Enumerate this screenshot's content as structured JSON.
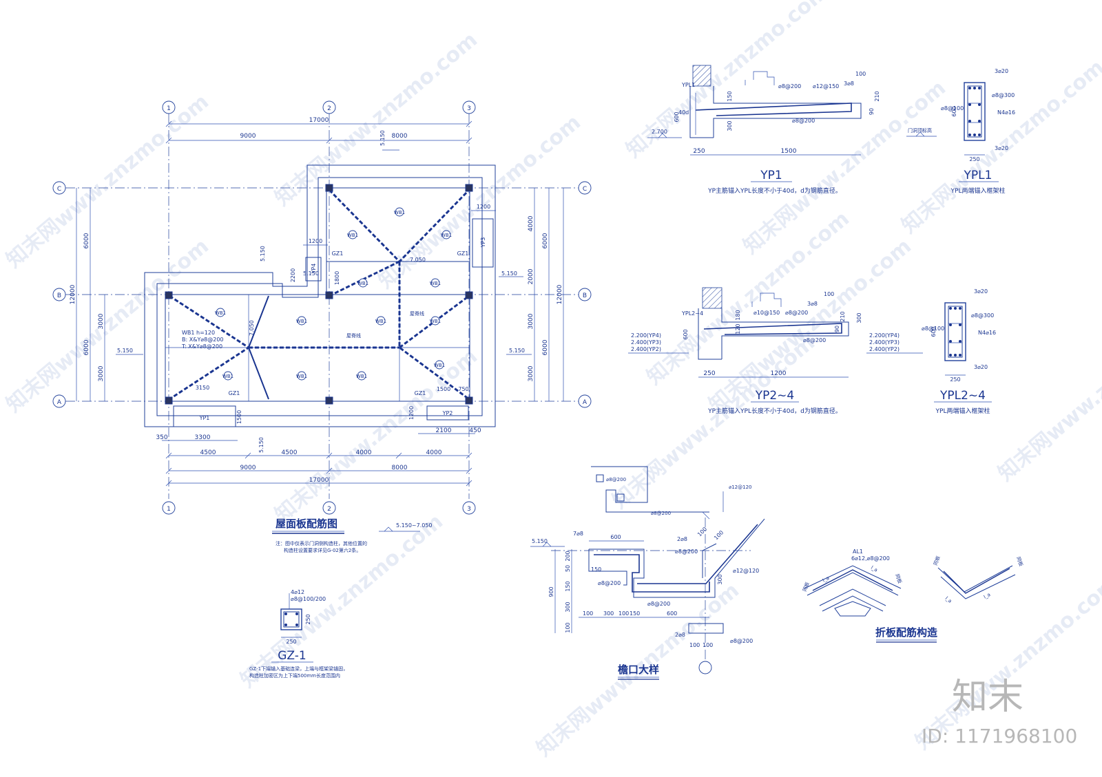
{
  "plan": {
    "axes_h": [
      "1",
      "2",
      "3"
    ],
    "axes_v": [
      "C",
      "B",
      "A"
    ],
    "top_dims": {
      "total": "17000",
      "seg1": "9000",
      "seg2": "8000"
    },
    "bottom_dims": {
      "sub": [
        "4500",
        "4500",
        "4000",
        "4000"
      ],
      "mid": [
        "9000",
        "8000"
      ],
      "total": "17000",
      "sub2": [
        "350",
        "3300",
        "2100",
        "450"
      ]
    },
    "left_dims": {
      "total": "12000",
      "top": "6000",
      "bottom": "6000",
      "b1": "3000",
      "b2": "3000"
    },
    "right_dims": {
      "total": "12000",
      "top": "6000",
      "bottom": "6000",
      "r1": "4000",
      "r2": "2000",
      "r3": "3000",
      "r4": "3000"
    },
    "slab_labels": [
      "WB1",
      "WB1",
      "WB1",
      "WB1",
      "WB1",
      "WB1",
      "WB1",
      "WB1",
      "WB1",
      "WB1",
      "WB1",
      "WB1",
      "WB1"
    ],
    "elev": {
      "e1": "5.150",
      "e2": "5.150",
      "e3": "5.150",
      "e4": "5.150",
      "e5": "5.150",
      "e6": "5.150",
      "e7": "5.150",
      "ridge": "7.050",
      "ridge2": "7.050",
      "range": "5.150~7.050"
    },
    "dims_misc": {
      "d1200a": "1200",
      "d1200b": "1200",
      "d2200": "2200",
      "d1800": "1800",
      "d1500a": "1500",
      "d1500b": "1500",
      "d750": "750",
      "d3150": "3150",
      "d1200c": "1200"
    },
    "tags": {
      "yp1": "YP1",
      "yp2": "YP2",
      "yp3": "YP3",
      "yp4": "YP4",
      "gz1a": "GZ1",
      "gz1b": "GZ1",
      "gz1c": "GZ1",
      "gz1d": "GZ1",
      "ridge_a": "屋脊线",
      "ridge_b": "屋脊线"
    },
    "wb_note": {
      "l1": "WB1 h=120",
      "l2": "B: X&Y⌀8@200",
      "l3": "T: X&Y⌀8@200"
    },
    "title": "屋面板配筋图",
    "note_l1": "注：图中仅表示门洞侧构造柱，其他位置的",
    "note_l2": "构造柱设置要求详见G-02第六2条。"
  },
  "gz": {
    "title": "GZ-1",
    "bars": "4⌀12",
    "stir": "⌀8@100/200",
    "w": "250",
    "h": "250",
    "note_l1": "GZ-1下端锚入基础连梁，上端与框架梁锚固，",
    "note_l2": "构造柱加密区为上下端500mm长度范围内"
  },
  "yp1": {
    "title": "YP1",
    "note": "YP主筋锚入YPL长度不小于40d，d为钢筋直径。",
    "labels": {
      "ypl": "YPL1",
      "a40d": "40d",
      "el": "2.700",
      "r1": "⌀8@200",
      "r2": "⌀12@150",
      "r3": "3⌀8",
      "r4": "⌀8@200",
      "d100": "100",
      "d250": "250",
      "d1500": "1500",
      "d600": "600",
      "d150": "150",
      "d300": "300",
      "d210": "210",
      "d90": "90"
    }
  },
  "ypl1": {
    "title": "YPL1",
    "note": "YPL两端锚入框架柱",
    "labels": {
      "top": "3⌀20",
      "s": "⌀8@300",
      "st": "⌀8@100",
      "n": "N4⌀16",
      "bot": "3⌀20",
      "w": "250",
      "h": "600",
      "lbl": "门洞顶标高"
    }
  },
  "yp24": {
    "title": "YP2~4",
    "note": "YP主筋锚入YPL长度不小于40d，d为钢筋直径。",
    "labels": {
      "ypl": "YPL2~4",
      "r1": "⌀10@150",
      "r2": "⌀8@200",
      "r3": "3⌀8",
      "r4": "⌀8@200",
      "d100": "100",
      "d250": "250",
      "d1200": "1200",
      "d600": "600",
      "d180": "180",
      "d120": "120",
      "d210": "210",
      "d300": "300",
      "d90": "90",
      "el1": "2.200(YP4)",
      "el2": "2.400(YP3)",
      "el3": "2.400(YP2)"
    }
  },
  "ypl24": {
    "title": "YPL2~4",
    "note": "YPL两端锚入框架柱",
    "labels": {
      "top": "3⌀20",
      "s": "⌀8@300",
      "st": "⌀8@100",
      "n": "N4⌀16",
      "bot": "3⌀20",
      "w": "250",
      "h": "600",
      "el1": "2.200(YP4)",
      "el2": "2.400(YP3)",
      "el3": "2.400(YP2)"
    }
  },
  "eave": {
    "title": "檐口大样",
    "labels": {
      "r1": "⌀8@200",
      "r2": "⌀12@120",
      "r3": "⌀8@200",
      "r4": "7⌀8",
      "r5": "2⌀8",
      "r6": "⌀8@200",
      "r7": "⌀12@120",
      "r8": "⌀8@200",
      "r9": "⌀8@200",
      "r10": "2⌀8",
      "r11": "⌀8@200",
      "el": "5.150",
      "d600": "600",
      "d900": "900",
      "d150": "150",
      "d300": "300",
      "d200": "200",
      "d50": "50",
      "d100": "100",
      "d150b": "150",
      "d300b": "300",
      "d100b": "100",
      "d100c": "100",
      "d150c": "150",
      "d600b": "600",
      "d100d": "100",
      "d100e": "100",
      "d100f": "100",
      "d300c": "300",
      "d100g": "100"
    }
  },
  "fold": {
    "title": "折板配筋构造",
    "labels": {
      "al": "AL1",
      "r": "6⌀12,⌀8@200",
      "la": "l_a",
      "lb": "l_a",
      "lc": "l_a",
      "ld": "l_a",
      "le": "同板",
      "lf": "同板",
      "lg": "同板",
      "lh": "同板"
    }
  },
  "watermark": {
    "text": "知末网www.znzmo.com"
  },
  "brand": {
    "logo": "知末",
    "id": "ID: 1171968100"
  }
}
